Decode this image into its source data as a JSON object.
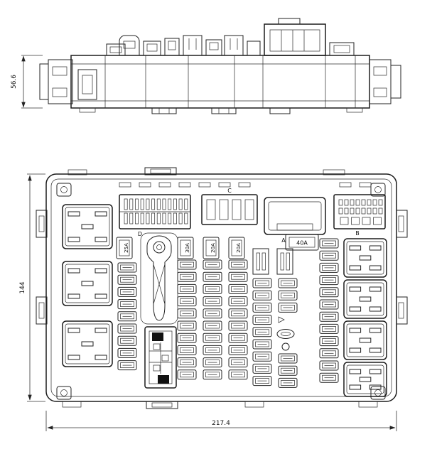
{
  "drawing": {
    "dimensions": {
      "side_height": "56.6",
      "plan_height": "144",
      "plan_width": "217.4"
    },
    "connector_labels": {
      "a": "A",
      "b": "B",
      "c": "C",
      "d": "D"
    },
    "fuse_labels": {
      "fuse_25a": "25A",
      "fuse_30a": "30A",
      "fuse_20a_left": "20A",
      "fuse_20a_right": "20A",
      "fuse_40a": "40A"
    }
  }
}
